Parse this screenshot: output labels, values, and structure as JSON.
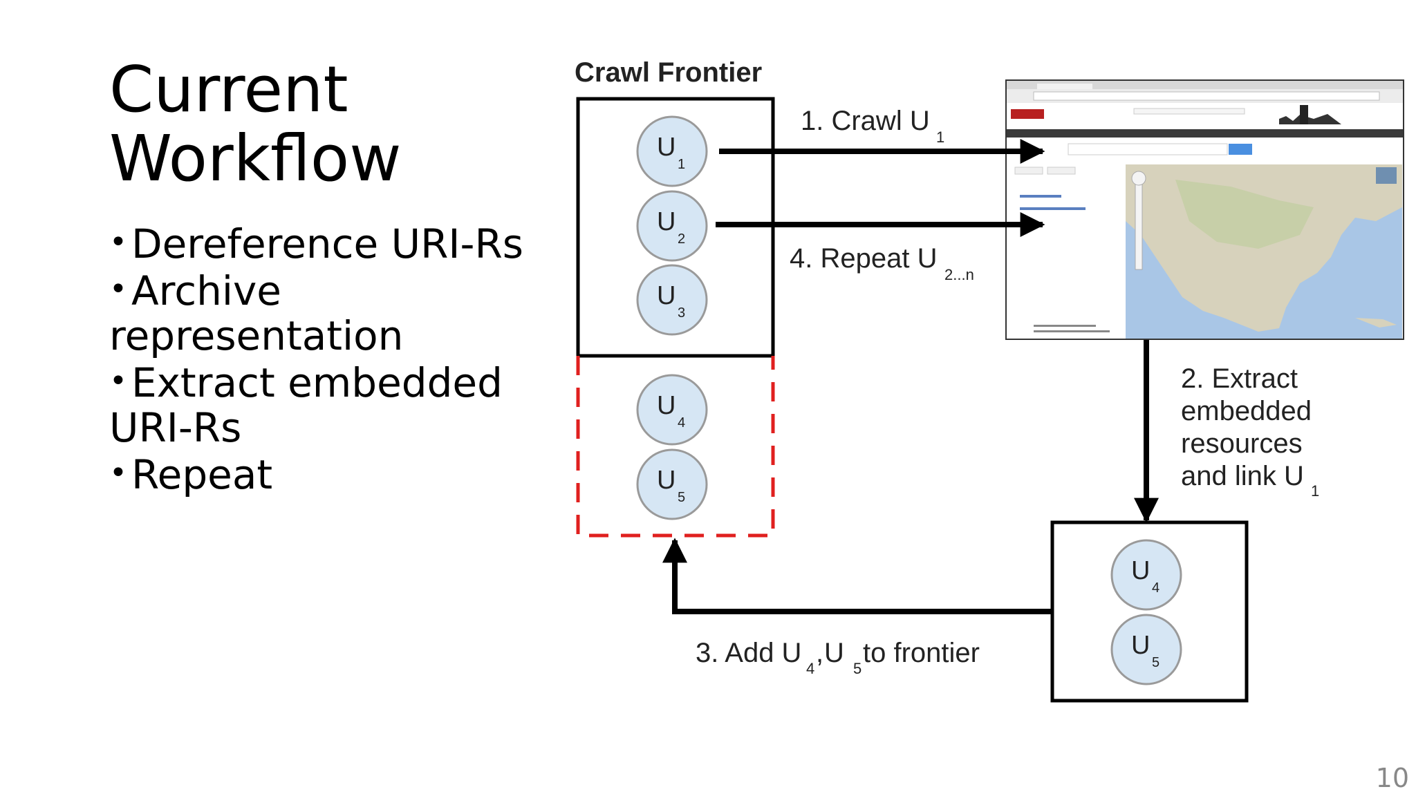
{
  "slide": {
    "title_line1": "Current",
    "title_line2": "Workflow",
    "bullets": [
      "Dereference URI-Rs",
      "Archive representation",
      "Extract embedded URI-Rs",
      "Repeat"
    ],
    "page_number": "10"
  },
  "diagram": {
    "frontier_title": "Crawl Frontier",
    "frontier_nodes": [
      {
        "main": "U",
        "sub": "1"
      },
      {
        "main": "U",
        "sub": "2"
      },
      {
        "main": "U",
        "sub": "3"
      }
    ],
    "pending_nodes": [
      {
        "main": "U",
        "sub": "4"
      },
      {
        "main": "U",
        "sub": "5"
      }
    ],
    "extracted_nodes": [
      {
        "main": "U",
        "sub": "4"
      },
      {
        "main": "U",
        "sub": "5"
      }
    ],
    "step1": {
      "text": "1. Crawl U",
      "sub": "1"
    },
    "step4": {
      "text": "4. Repeat U",
      "sub": "2...n"
    },
    "step2": {
      "line1": "2. Extract",
      "line2": "embedded",
      "line3": "resources",
      "line4": "and link U",
      "sub": "1"
    },
    "step3": {
      "text_a": "3. Add U",
      "sub_a": "4",
      "sep": ",",
      "text_b": " U",
      "sub_b": "5",
      "text_c": " to frontier"
    },
    "colors": {
      "node_fill": "#d6e6f4",
      "node_stroke": "#9a9a9a",
      "dashed": "#e0201f",
      "line": "#000000"
    }
  }
}
